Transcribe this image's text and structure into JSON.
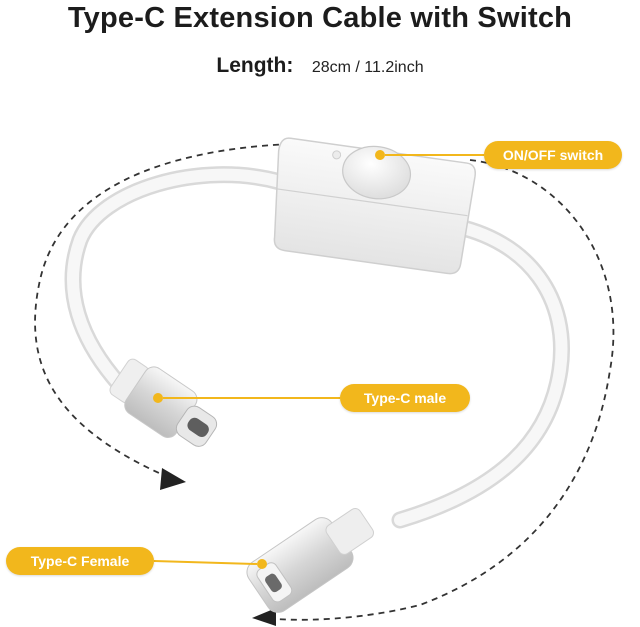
{
  "header": {
    "title": "Type-C Extension Cable with Switch",
    "length_label": "Length:",
    "length_value": "28cm / 11.2inch"
  },
  "callouts": {
    "switch": "ON/OFF switch",
    "male": "Type-C male",
    "female": "Type-C Female"
  },
  "colors": {
    "accent": "#f2b71c",
    "cable": "#f4f4f4",
    "title": "#1c1c1c"
  }
}
